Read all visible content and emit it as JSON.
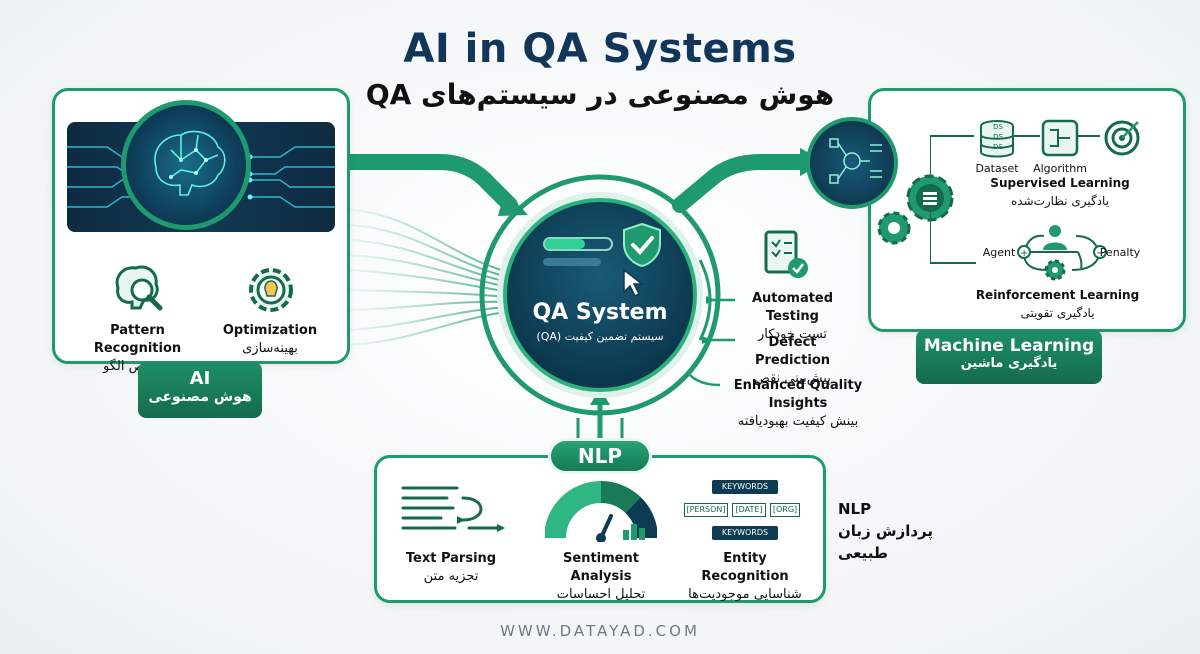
{
  "header": {
    "title": "AI in QA Systems",
    "subtitle": "هوش مصنوعی در سیستم‌های QA"
  },
  "ai_panel": {
    "items": [
      {
        "label_en": "Pattern Recognition",
        "label_fa": "تشخیص الگو",
        "icon": "brain-magnifier-icon"
      },
      {
        "label_en": "Optimization",
        "label_fa": "بهینه‌سازی",
        "icon": "gear-bulb-icon"
      }
    ],
    "tag_en": "AI",
    "tag_fa": "هوش مصنوعی"
  },
  "hub": {
    "title": "QA System",
    "subtitle": "سیستم تضمین کیفیت (QA)"
  },
  "outputs": [
    {
      "label_en": "Automated Testing",
      "label_fa": "تست خودکار"
    },
    {
      "label_en": "Defect Prediction",
      "label_fa": "پیش‌بینی نقص"
    },
    {
      "label_en": "Enhanced Quality Insights",
      "label_fa": "بینش کیفیت بهبودیافته"
    }
  ],
  "ml_panel": {
    "dataset": "Dataset",
    "algorithm": "Algorithm",
    "supervised_en": "Supervised Learning",
    "supervised_fa": "یادگیری نظارت‌شده",
    "agent": "Agent",
    "penalty": "Penalty",
    "reinforcement_en": "Reinforcement Learning",
    "reinforcement_fa": "یادگیری تقویتی",
    "ds_chip": "DS",
    "tag_en": "Machine Learning",
    "tag_fa": "یادگیری ماشین"
  },
  "nlp_panel": {
    "pill": "NLP",
    "items": [
      {
        "label_en": "Text Parsing",
        "label_fa": "تجزیه متن"
      },
      {
        "label_en": "Sentiment Analysis",
        "label_fa": "تحلیل احساسات"
      },
      {
        "label_en": "Entity Recognition",
        "label_fa": "شناسایی موجودیت‌ها"
      }
    ],
    "keywords": "KEYWORDS",
    "person": "[PERSON]",
    "date": "[DATE]",
    "org": "[ORG]",
    "side_en": "NLP",
    "side_fa": "پردازش زبان طبیعی"
  },
  "footer": "WWW.DATAYAD.COM",
  "colors": {
    "green": "#1f9a6e",
    "navy": "#12365a",
    "hub_dark": "#0d3b52"
  }
}
